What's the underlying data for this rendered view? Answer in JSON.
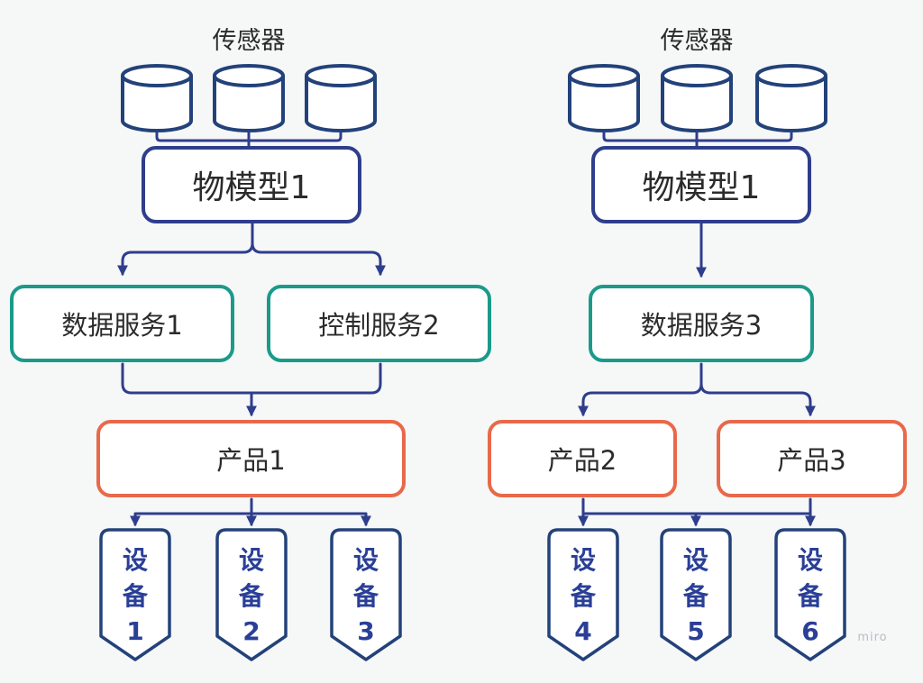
{
  "left": {
    "sensor_label": "传感器",
    "model": "物模型1",
    "services": [
      "数据服务1",
      "控制服务2"
    ],
    "products": [
      "产品1"
    ],
    "devices": [
      {
        "line1": "设",
        "line2": "备",
        "line3": "1"
      },
      {
        "line1": "设",
        "line2": "备",
        "line3": "2"
      },
      {
        "line1": "设",
        "line2": "备",
        "line3": "3"
      }
    ]
  },
  "right": {
    "sensor_label": "传感器",
    "model": "物模型1",
    "services": [
      "数据服务3"
    ],
    "products": [
      "产品2",
      "产品3"
    ],
    "devices": [
      {
        "line1": "设",
        "line2": "备",
        "line3": "4"
      },
      {
        "line1": "设",
        "line2": "备",
        "line3": "5"
      },
      {
        "line1": "设",
        "line2": "备",
        "line3": "6"
      }
    ]
  },
  "watermark": "miro",
  "colors": {
    "model_border": "#2e3e8c",
    "service_border": "#1b9a8a",
    "product_border": "#e8694a",
    "device_border": "#23427a",
    "sensor_stroke": "#23427a",
    "connector": "#2e3e8c",
    "device_text": "#2a3f97"
  }
}
